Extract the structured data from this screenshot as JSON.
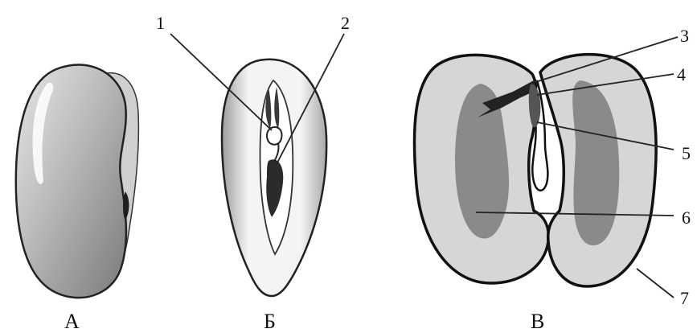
{
  "figure": {
    "panel_labels": {
      "a": "А",
      "b": "Б",
      "c": "В"
    },
    "callouts": [
      "1",
      "2",
      "3",
      "4",
      "5",
      "6",
      "7"
    ]
  },
  "colors": {
    "outline": "#111111",
    "seed_light": "#f2f2f2",
    "seed_mid": "#b9b9b9",
    "seed_dark": "#6e6e6e",
    "tissue_light": "#d6d6d6",
    "tissue_dark": "#8a8a8a",
    "embryo_dark": "#2e2e2e"
  }
}
